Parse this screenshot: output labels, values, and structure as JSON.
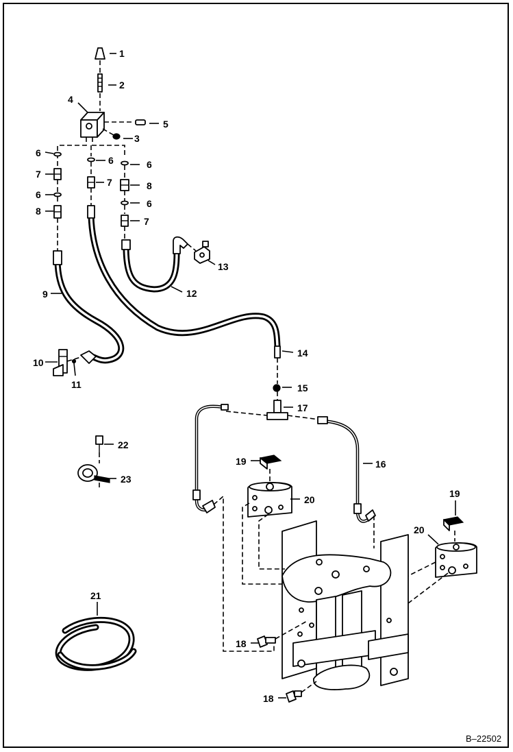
{
  "diagram": {
    "reference": "B–22502",
    "callouts": [
      {
        "id": "c1",
        "text": "1"
      },
      {
        "id": "c2",
        "text": "2"
      },
      {
        "id": "c3",
        "text": "3"
      },
      {
        "id": "c4",
        "text": "4"
      },
      {
        "id": "c5",
        "text": "5"
      },
      {
        "id": "c6a",
        "text": "6"
      },
      {
        "id": "c6b",
        "text": "6"
      },
      {
        "id": "c6c",
        "text": "6"
      },
      {
        "id": "c6d",
        "text": "6"
      },
      {
        "id": "c6e",
        "text": "6"
      },
      {
        "id": "c7a",
        "text": "7"
      },
      {
        "id": "c7b",
        "text": "7"
      },
      {
        "id": "c7c",
        "text": "7"
      },
      {
        "id": "c8a",
        "text": "8"
      },
      {
        "id": "c8b",
        "text": "8"
      },
      {
        "id": "c9",
        "text": "9"
      },
      {
        "id": "c10",
        "text": "10"
      },
      {
        "id": "c11",
        "text": "11"
      },
      {
        "id": "c12",
        "text": "12"
      },
      {
        "id": "c13",
        "text": "13"
      },
      {
        "id": "c14",
        "text": "14"
      },
      {
        "id": "c15",
        "text": "15"
      },
      {
        "id": "c16",
        "text": "16"
      },
      {
        "id": "c17",
        "text": "17"
      },
      {
        "id": "c18a",
        "text": "18"
      },
      {
        "id": "c18b",
        "text": "18"
      },
      {
        "id": "c19a",
        "text": "19"
      },
      {
        "id": "c19b",
        "text": "19"
      },
      {
        "id": "c20a",
        "text": "20"
      },
      {
        "id": "c20b",
        "text": "20"
      },
      {
        "id": "c21",
        "text": "21"
      },
      {
        "id": "c22",
        "text": "22"
      },
      {
        "id": "c23",
        "text": "23"
      }
    ]
  }
}
